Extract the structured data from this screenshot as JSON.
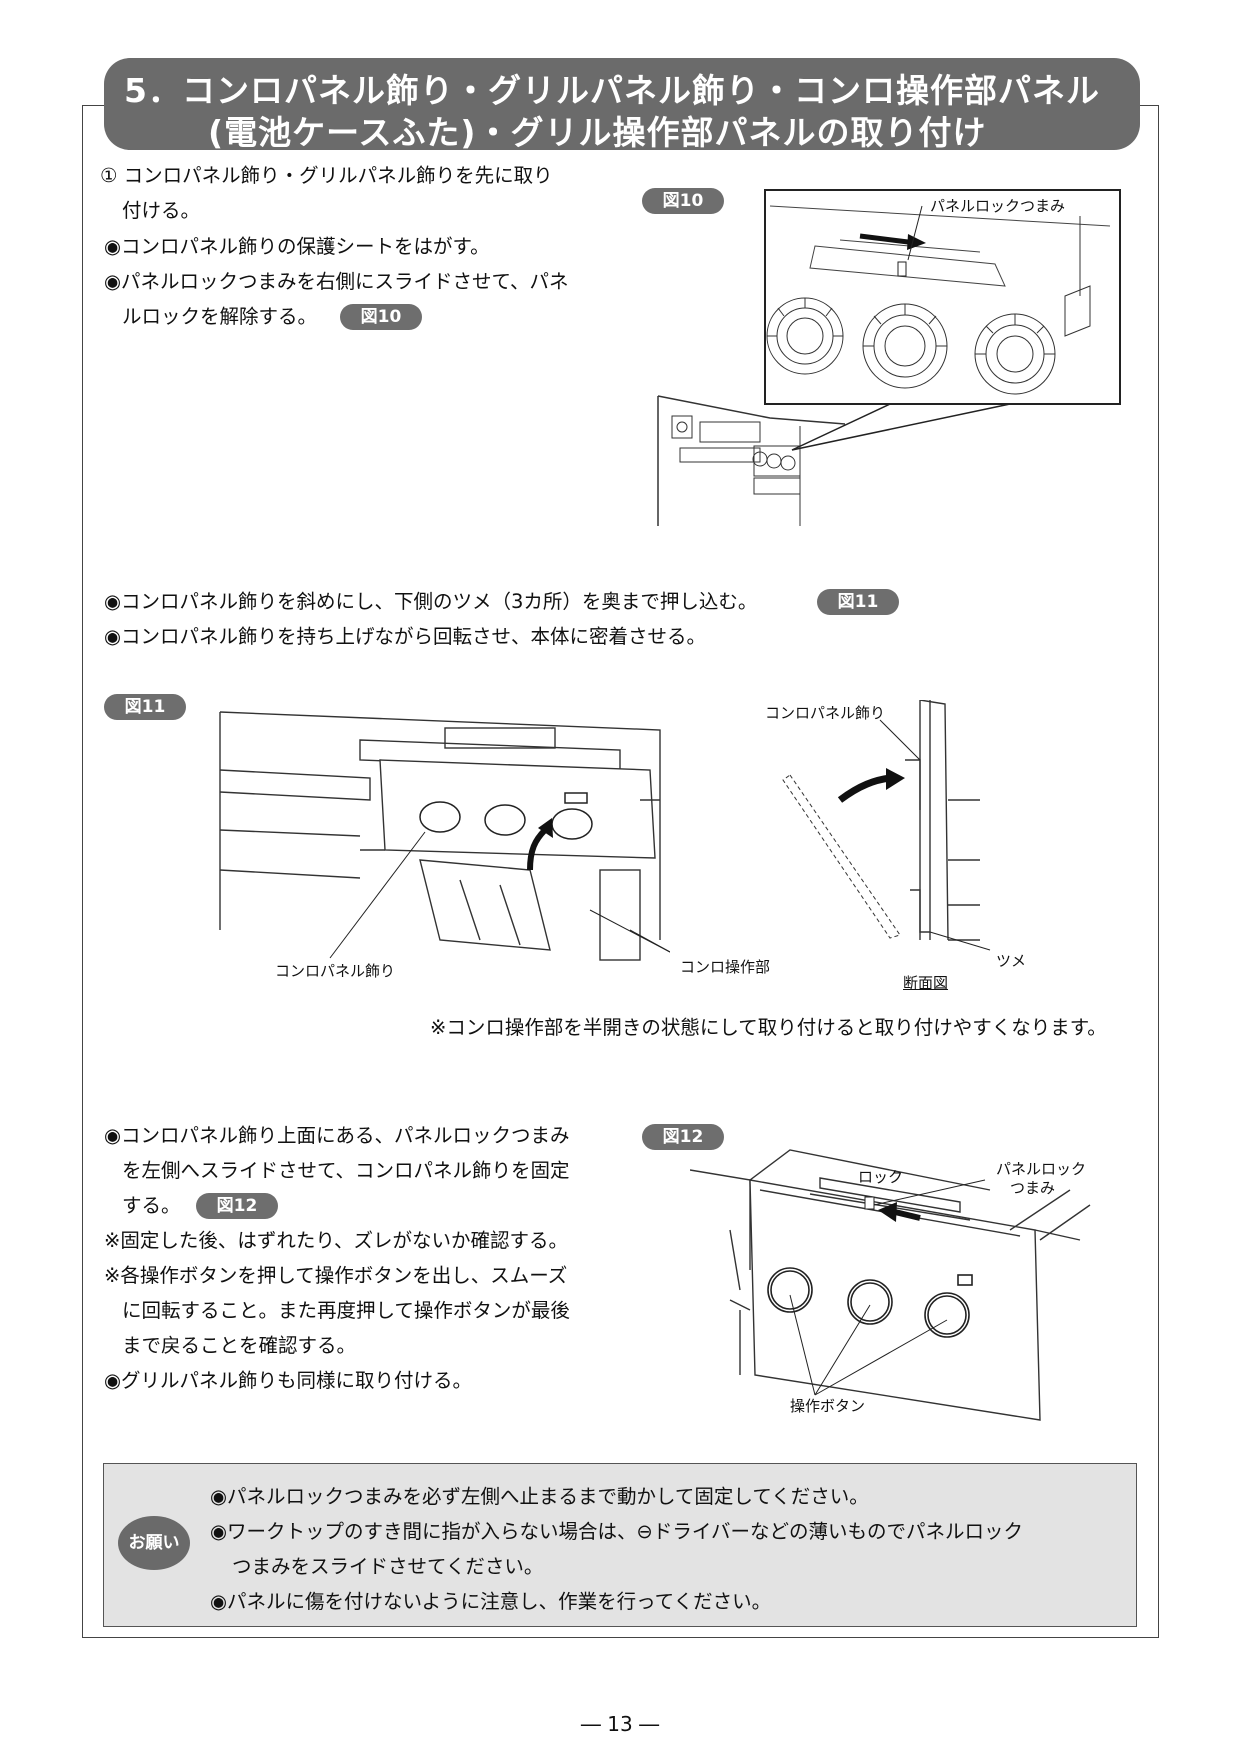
{
  "title": {
    "line1": "5．コンロパネル飾り・グリルパネル飾り・コンロ操作部パネル",
    "line2": "(電池ケースふた)・グリル操作部パネルの取り付け"
  },
  "section1": {
    "step": "① コンロパネル飾り・グリルパネル飾りを先に取り",
    "step_cont": "付ける。",
    "b1": "◉コンロパネル飾りの保護シートをはがす。",
    "b2": "◉パネルロックつまみを右側にスライドさせて、パネ",
    "b2_cont": "ルロックを解除する。",
    "ref": "図10"
  },
  "fig10": {
    "badge": "図10",
    "label_knob": "パネルロックつまみ"
  },
  "section2": {
    "b1": "◉コンロパネル飾りを斜めにし、下側のツメ（3カ所）を奥まで押し込む。",
    "b1_ref": "図11",
    "b2": "◉コンロパネル飾りを持ち上げながら回転させ、本体に密着させる。"
  },
  "fig11": {
    "badge": "図11",
    "label_panel": "コンロパネル飾り",
    "label_op": "コンロ操作部",
    "label_panel_side": "コンロパネル飾り",
    "label_tab": "ツメ",
    "label_section": "断面図",
    "note": "※コンロ操作部を半開きの状態にして取り付けると取り付けやすくなります。"
  },
  "section3": {
    "b1": "◉コンロパネル飾り上面にある、パネルロックつまみ",
    "b1_c1": "を左側へスライドさせて、コンロパネル飾りを固定",
    "b1_c2": "する。",
    "b1_ref": "図12",
    "n1": "※固定した後、はずれたり、ズレがないか確認する。",
    "n2": "※各操作ボタンを押して操作ボタンを出し、スムーズ",
    "n2_c1": "に回転すること。また再度押して操作ボタンが最後",
    "n2_c2": "まで戻ることを確認する。",
    "b2": "◉グリルパネル飾りも同様に取り付ける。"
  },
  "fig12": {
    "badge": "図12",
    "label_lock": "ロック",
    "label_knob1": "パネルロック",
    "label_knob2": "つまみ",
    "label_buttons": "操作ボタン"
  },
  "notice": {
    "tag": "お願い",
    "i1": "◉パネルロックつまみを必ず左側へ止まるまで動かして固定してください。",
    "i2": "◉ワークトップのすき間に指が入らない場合は、⊖ドライバーなどの薄いものでパネルロック",
    "i2_cont": "つまみをスライドさせてください。",
    "i3": "◉パネルに傷を付けないように注意し、作業を行ってください。"
  },
  "page_number": "― 13 ―"
}
